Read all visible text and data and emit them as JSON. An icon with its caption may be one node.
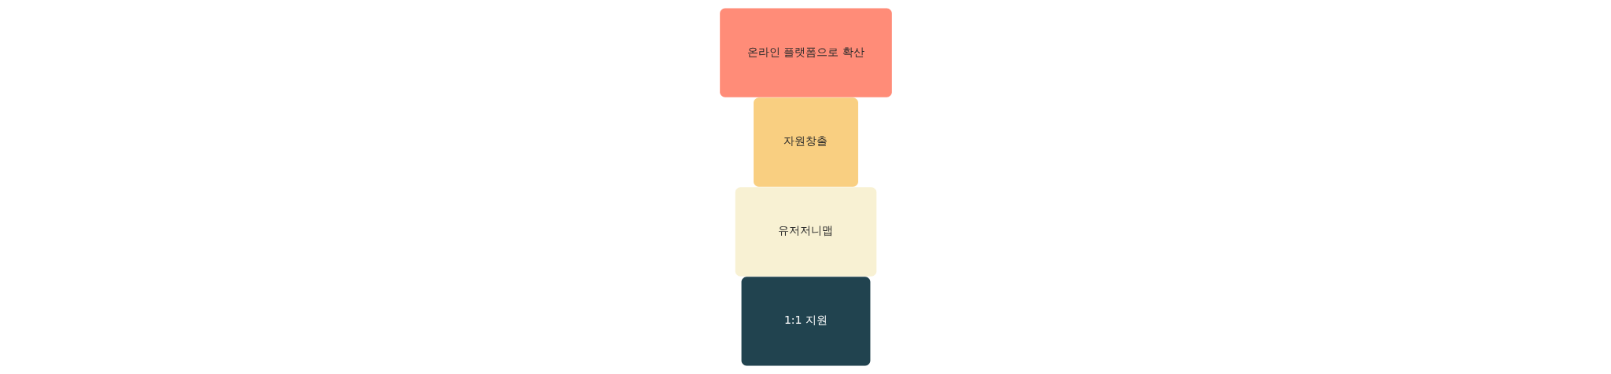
{
  "diagram": {
    "nodes": [
      {
        "text": [
          "1:1 지원"
        ]
      },
      {
        "text": [
          "유저저니맵"
        ]
      },
      {
        "text": [
          "자원창출"
        ]
      },
      {
        "text": [
          "온라인 플랫폼으로 확산"
        ]
      }
    ]
  }
}
